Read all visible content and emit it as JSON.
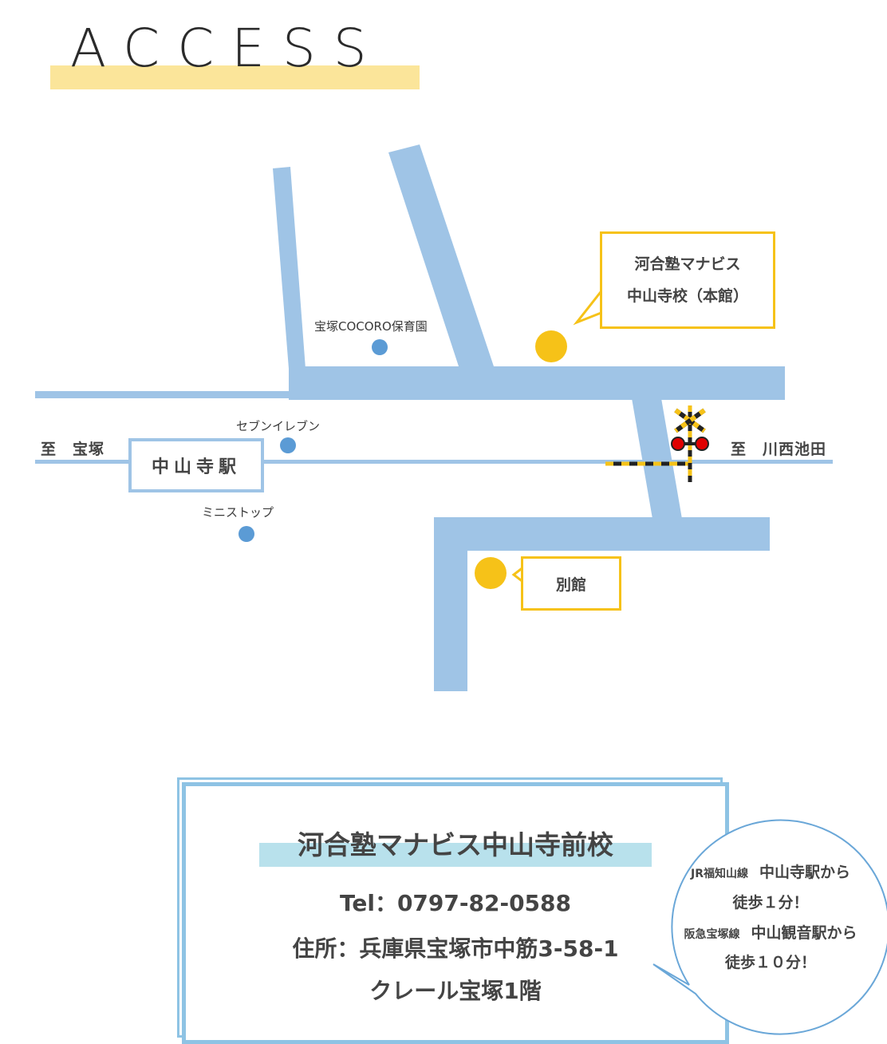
{
  "header": {
    "title": "ACCESS"
  },
  "map": {
    "direction_west": "至　宝塚",
    "direction_east": "至　川西池田",
    "station": "中山寺駅",
    "landmarks": {
      "nursery": "宝塚COCORO保育園",
      "seven_eleven": "セブンイレブン",
      "ministop": "ミニストップ"
    },
    "main_school_lines": [
      "河合塾マナビス",
      "中山寺校（本館）"
    ],
    "annex": "別館",
    "colors": {
      "road": "#9fc4e6",
      "school_marker": "#f6c218",
      "landmark_marker": "#5b9bd5",
      "crossing_light": "#e00000",
      "crossing_stripe": "#f6c218"
    },
    "icons": {
      "railroad_crossing": "railroad-crossing-icon"
    }
  },
  "info": {
    "school_name": "河合塾マナビス中山寺前校",
    "tel": "Tel：0797-82-0588",
    "address": "住所：兵庫県宝塚市中筋3-58-1",
    "building": "クレール宝塚1階",
    "bubble": {
      "line1_small": "JR福知山線",
      "line1_large": "中山寺駅から",
      "line2": "徒歩１分！",
      "line3_small": "阪急宝塚線",
      "line3_large": "中山観音駅から",
      "line4": "徒歩１０分！"
    }
  }
}
